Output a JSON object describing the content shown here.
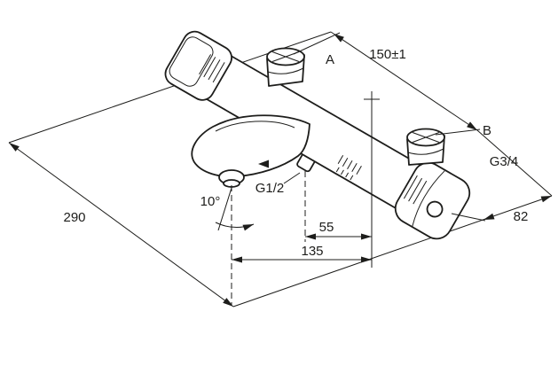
{
  "colors": {
    "line": "#1d1d1b",
    "background": "#ffffff"
  },
  "diagram": {
    "connection_a": "A",
    "connection_b": "B",
    "dim_connection_spacing": "150±1",
    "thread_connections": "G3/4",
    "thread_spout": "G1/2",
    "spout_angle": "10°",
    "dim_spout_inlet_offset": "55",
    "dim_spout_reach": "135",
    "dim_width": "290",
    "dim_depth": "82"
  }
}
